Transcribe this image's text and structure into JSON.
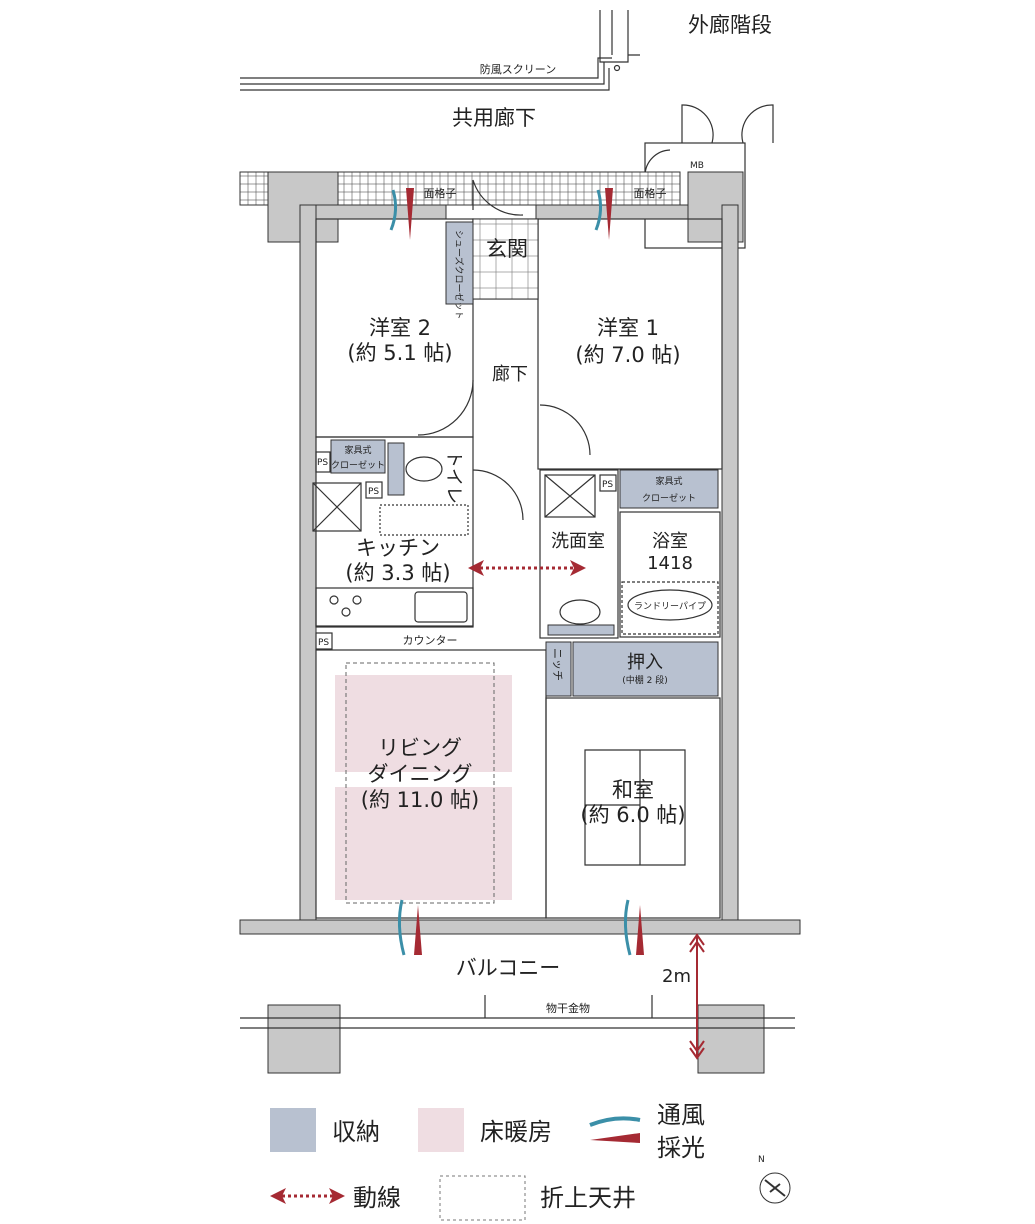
{
  "labels": {
    "outer_stairs": "外廊階段",
    "wind_screen": "防風スクリーン",
    "common_corridor": "共用廊下",
    "lattice_left": "面格子",
    "lattice_right": "面格子",
    "mb": "MB",
    "entrance": "玄関",
    "shoe_closet": "シューズクローゼット",
    "western_room_2": "洋室 2",
    "western_room_2_size": "(約 5.1 帖)",
    "western_room_1": "洋室 1",
    "western_room_1_size": "(約 7.0 帖)",
    "hallway": "廊下",
    "closet_left_1": "家具式",
    "closet_left_2": "クローゼット",
    "closet_right_1": "家具式",
    "closet_right_2": "クローゼット",
    "ps1": "PS",
    "ps2": "PS",
    "ps3": "PS",
    "ps4": "PS",
    "toilet": "トイレ",
    "kitchen": "キッチン",
    "kitchen_size": "(約 3.3 帖)",
    "counter": "カウンター",
    "washroom": "洗面室",
    "bathroom": "浴室",
    "bath_size": "1418",
    "laundry_pipe": "ランドリーパイプ",
    "niche": "ニッチ",
    "oshiire": "押入",
    "oshiire_note": "(中棚 2 段)",
    "living_1": "リビング",
    "living_2": "ダイニング",
    "living_size": "(約 11.0 帖)",
    "japanese_room": "和室",
    "japanese_room_size": "(約 6.0 帖)",
    "balcony": "バルコニー",
    "drying_hardware": "物干金物",
    "depth": "2m"
  },
  "legend": {
    "storage": "収納",
    "floor_heating": "床暖房",
    "ventilation": "通風",
    "daylight": "採光",
    "circulation": "動線",
    "coffered_ceiling": "折上天井",
    "north": "N"
  },
  "colors": {
    "storage": "#b8c1d0",
    "floor_heating": "#efdde2",
    "circulation": "#a52a33",
    "ventilation": "#3b8fa8",
    "wall": "#c8c8c8"
  }
}
